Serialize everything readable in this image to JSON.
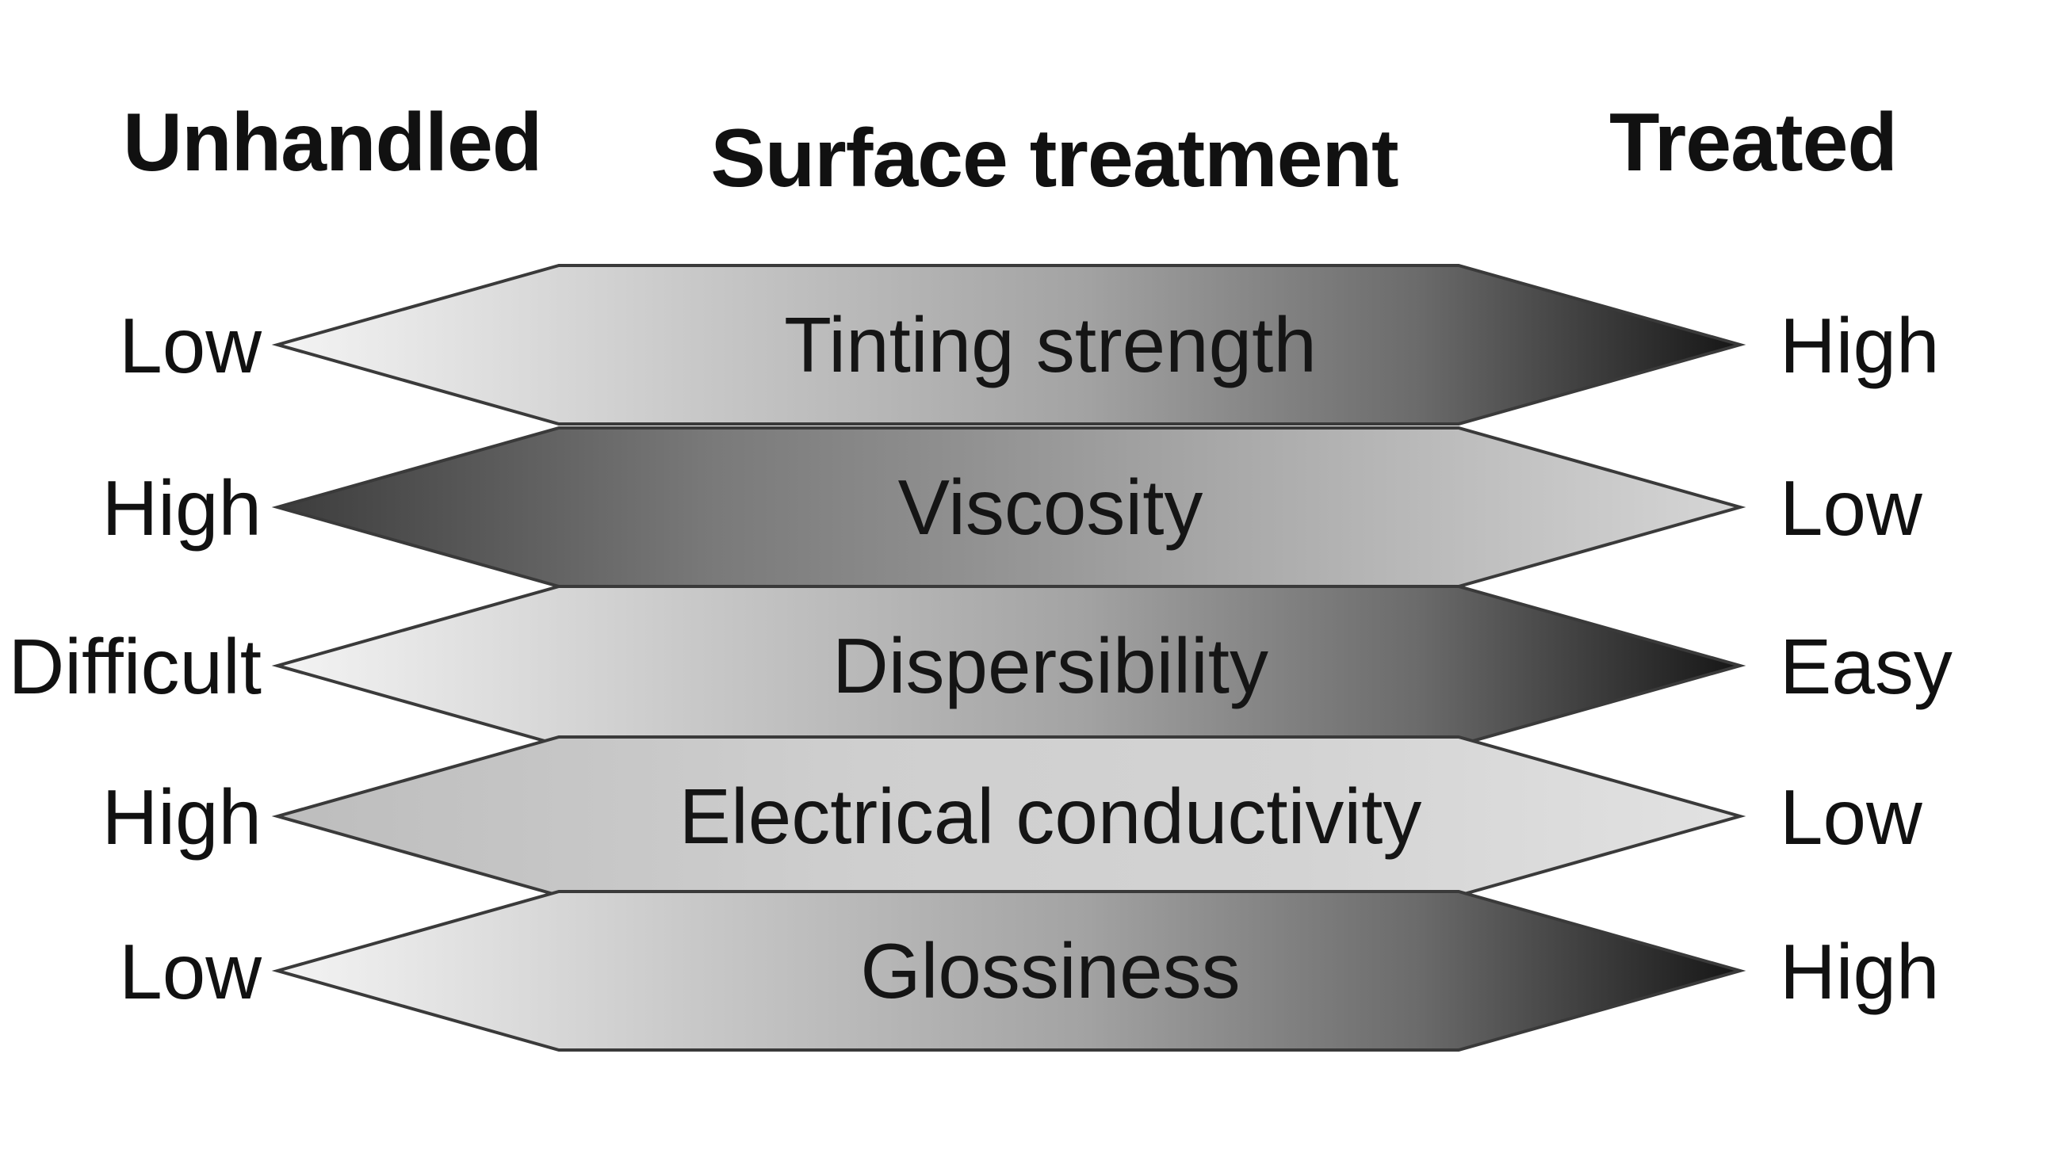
{
  "headers": {
    "left": "Unhandled",
    "center": "Surface treatment",
    "right": "Treated"
  },
  "rows": [
    {
      "property": "Tinting strength",
      "untreated": "Low",
      "treated": "High",
      "shade": "light-to-dark"
    },
    {
      "property": "Viscosity",
      "untreated": "High",
      "treated": "Low",
      "shade": "dark-to-light"
    },
    {
      "property": "Dispersibility",
      "untreated": "Difficult",
      "treated": "Easy",
      "shade": "light-to-dark"
    },
    {
      "property": "Electrical conductivity",
      "untreated": "High",
      "treated": "Low",
      "shade": "uniform-light"
    },
    {
      "property": "Glossiness",
      "untreated": "Low",
      "treated": "High",
      "shade": "light-to-dark"
    }
  ],
  "colors": {
    "light": "#f2f2f2",
    "mid": "#a8a8a8",
    "dark": "#1e1e1e",
    "outline": "#3a3a3a"
  }
}
